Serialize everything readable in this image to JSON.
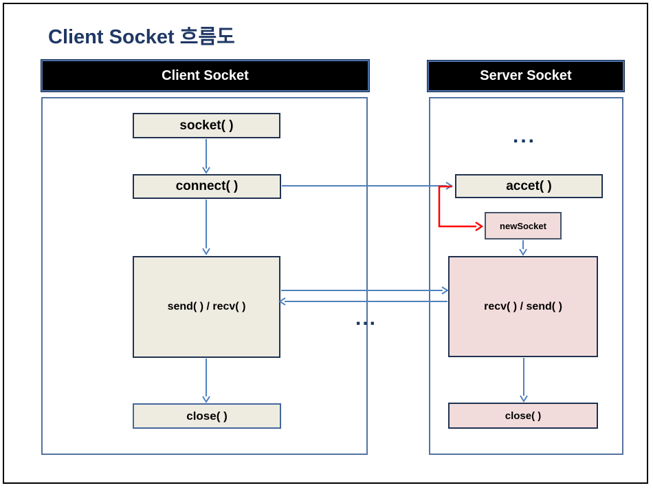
{
  "title": "Client Socket 흐름도",
  "client": {
    "header": "Client Socket",
    "socket_label": "socket( )",
    "connect_label": "connect( )",
    "send_recv_label": "send( ) / recv( )",
    "close_label": "close( )"
  },
  "server": {
    "header": "Server Socket",
    "ellipsis": "...",
    "accept_label": "accet( )",
    "new_socket_label": "newSocket",
    "recv_send_label": "recv( ) / send( )",
    "close_label": "close( )"
  },
  "middle_ellipsis": "...",
  "colors": {
    "title_navy": "#1F3864",
    "arrow_blue": "#4F81BD",
    "arrow_red": "#FF0000",
    "box_beige": "#EEECE1",
    "box_pink": "#F2DCDB",
    "node_border_navy": "#1F3250",
    "node_border_blue": "#44669C",
    "new_socket_border": "#44546A",
    "panel_border_blue": "#54719F",
    "header_bg": "#000000",
    "header_text": "#FFFFFF",
    "ellipsis_navy": "#17375E"
  }
}
